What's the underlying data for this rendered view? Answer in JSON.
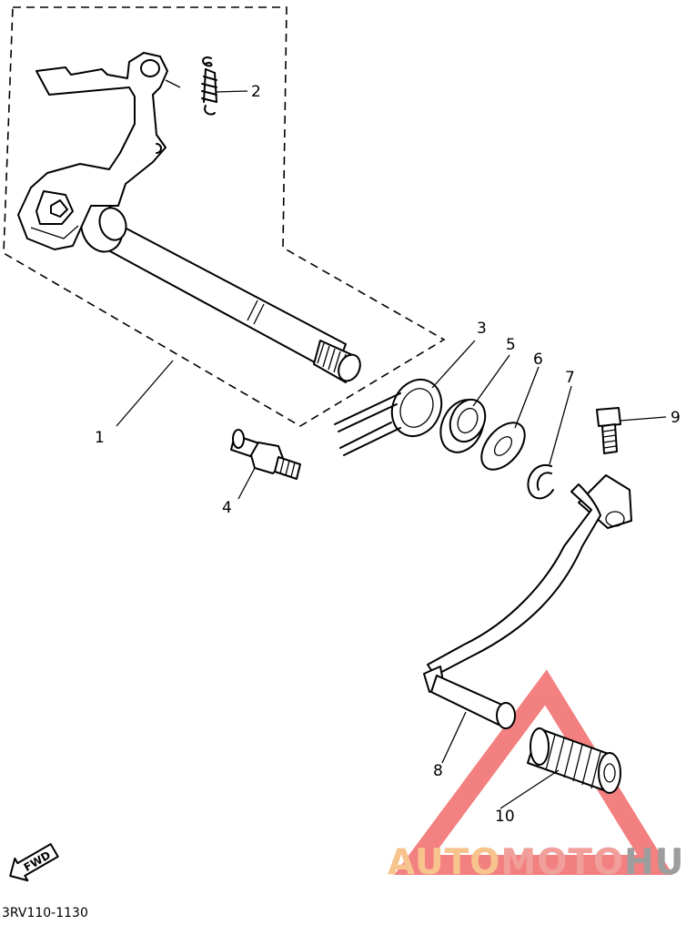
{
  "diagram": {
    "part_code": "3RV110-1130",
    "callouts": [
      {
        "id": "1",
        "label": "1"
      },
      {
        "id": "2",
        "label": "2"
      },
      {
        "id": "3",
        "label": "3"
      },
      {
        "id": "4",
        "label": "4"
      },
      {
        "id": "5",
        "label": "5"
      },
      {
        "id": "6",
        "label": "6"
      },
      {
        "id": "7",
        "label": "7"
      },
      {
        "id": "8",
        "label": "8"
      },
      {
        "id": "9",
        "label": "9"
      },
      {
        "id": "10",
        "label": "10"
      }
    ],
    "direction_marker": "FWD"
  },
  "watermark": {
    "part_a": "AUTO",
    "part_b": "MOTO",
    "part_c": "HUB",
    "colors": {
      "auto": "#f7c48d",
      "moto": "#f19f9a",
      "hub": "#9d9d9d",
      "triangle": "#f26b6b"
    }
  }
}
